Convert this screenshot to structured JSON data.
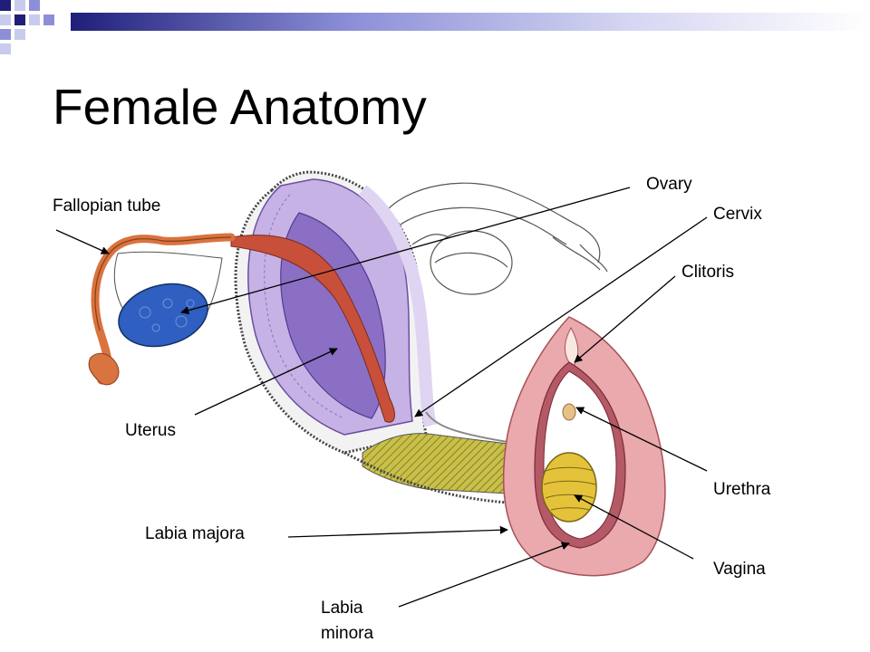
{
  "slide": {
    "title": "Female Anatomy"
  },
  "labels": {
    "fallopian_tube": "Fallopian tube",
    "ovary": "Ovary",
    "cervix": "Cervix",
    "clitoris": "Clitoris",
    "uterus": "Uterus",
    "urethra": "Urethra",
    "labia_majora": "Labia majora",
    "vagina": "Vagina",
    "labia_minora": "Labia minora"
  },
  "colors": {
    "accent_navy": "#1f1f7a",
    "accent_periwinkle": "#8c8fd8",
    "uterus_purple": "#b9a3dc",
    "tube_orange": "#d9733f",
    "ovary_blue": "#2f5fc0",
    "vulva_pink": "#e9a9ad",
    "vagina_yellow": "#c9c04a"
  }
}
